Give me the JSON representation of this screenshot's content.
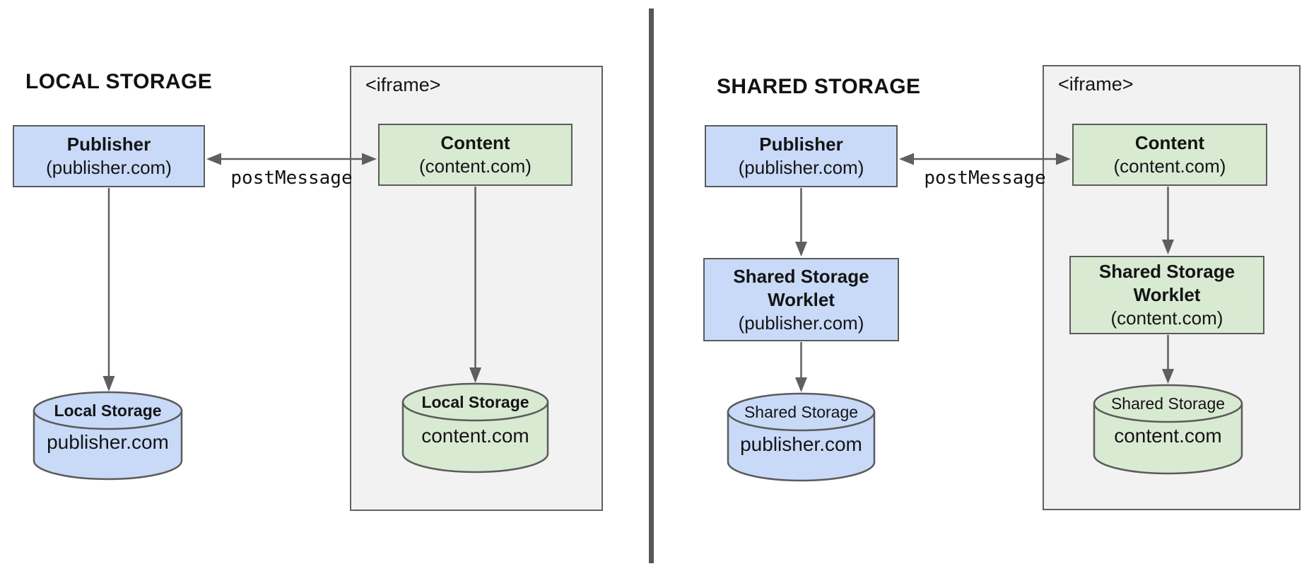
{
  "diagram": {
    "left": {
      "title": "LOCAL STORAGE",
      "publisher": {
        "name": "Publisher",
        "origin": "(publisher.com)"
      },
      "post_message": "postMessage",
      "iframe_label": "<iframe>",
      "content": {
        "name": "Content",
        "origin": "(content.com)"
      },
      "publisher_storage": {
        "label": "Local Storage",
        "domain": "publisher.com"
      },
      "content_storage": {
        "label": "Local Storage",
        "domain": "content.com"
      }
    },
    "right": {
      "title": "SHARED STORAGE",
      "publisher": {
        "name": "Publisher",
        "origin": "(publisher.com)"
      },
      "post_message": "postMessage",
      "iframe_label": "<iframe>",
      "content": {
        "name": "Content",
        "origin": "(content.com)"
      },
      "publisher_worklet": {
        "name": "Shared Storage Worklet",
        "origin": "(publisher.com)"
      },
      "content_worklet": {
        "name": "Shared Storage Worklet",
        "origin": "(content.com)"
      },
      "publisher_storage": {
        "label": "Shared Storage",
        "domain": "publisher.com"
      },
      "content_storage": {
        "label": "Shared Storage",
        "domain": "content.com"
      }
    },
    "colors": {
      "publisher_fill": "#c9daf8",
      "content_fill": "#d9ead3",
      "iframe_fill": "#f2f2f2",
      "box_border": "#5b5b5b",
      "arrow": "#5f5f5f",
      "divider": "#575757"
    }
  }
}
